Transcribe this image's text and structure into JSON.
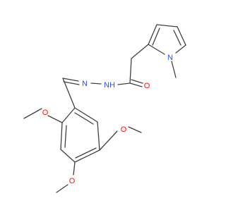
{
  "colors": {
    "bond": "#404040",
    "oxygen": "#ff0d0d",
    "nitrogen": "#3050f8",
    "background": "#ffffff"
  },
  "atoms": {
    "carbonyl_oxygen": "O",
    "amide_nh": "NH",
    "imine_n": "N",
    "pyrrole_n": "N",
    "methoxy_o_top": "O",
    "methoxy_o_right": "O",
    "methoxy_o_bottom": "O"
  }
}
